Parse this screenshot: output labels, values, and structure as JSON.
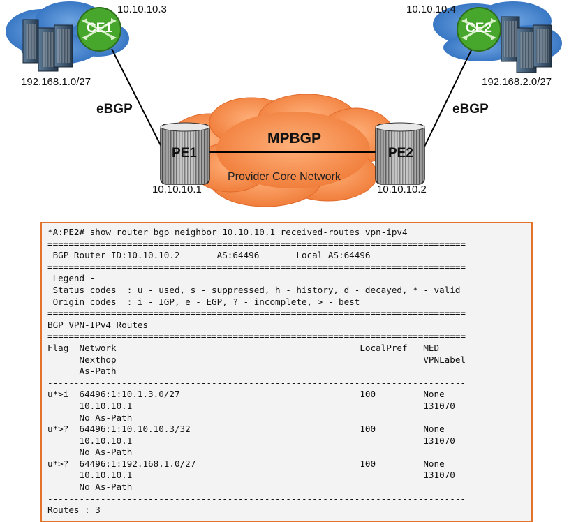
{
  "diagram": {
    "nodes": {
      "ce1": {
        "label": "CE1",
        "ip": "10.10.10.3",
        "subnet": "192.168.1.0/27"
      },
      "ce2": {
        "label": "CE2",
        "ip": "10.10.10.4",
        "subnet": "192.168.2.0/27"
      },
      "pe1": {
        "label": "PE1",
        "ip": "10.10.10.1"
      },
      "pe2": {
        "label": "PE2",
        "ip": "10.10.10.2"
      }
    },
    "links": {
      "left": "eBGP",
      "right": "eBGP",
      "core": "MPBGP"
    },
    "cloud_label": "Provider Core Network",
    "colors": {
      "cloud": "#f28a4a",
      "cloud_edge": "#e06a2a",
      "customer_cloud": "#3a7bc8",
      "ce_router": "#4caf30",
      "terminal_border": "#e3732a"
    }
  },
  "terminal": {
    "lines": [
      "*A:PE2# show router bgp neighbor 10.10.10.1 received-routes vpn-ipv4",
      "===============================================================================",
      " BGP Router ID:10.10.10.2       AS:64496       Local AS:64496",
      "===============================================================================",
      " Legend -",
      " Status codes  : u - used, s - suppressed, h - history, d - decayed, * - valid",
      " Origin codes  : i - IGP, e - EGP, ? - incomplete, > - best",
      "===============================================================================",
      "BGP VPN-IPv4 Routes",
      "===============================================================================",
      "Flag  Network                                              LocalPref   MED",
      "      Nexthop                                                          VPNLabel",
      "      As-Path",
      "-------------------------------------------------------------------------------",
      "u*>i  64496:1:10.1.3.0/27                                  100         None",
      "      10.10.10.1                                                       131070",
      "      No As-Path",
      "u*>?  64496:1:10.10.10.3/32                                100         None",
      "      10.10.10.1                                                       131070",
      "      No As-Path",
      "u*>?  64496:1:192.168.1.0/27                               100         None",
      "      10.10.10.1                                                       131070",
      "      No As-Path",
      "-------------------------------------------------------------------------------",
      "Routes : 3"
    ]
  }
}
